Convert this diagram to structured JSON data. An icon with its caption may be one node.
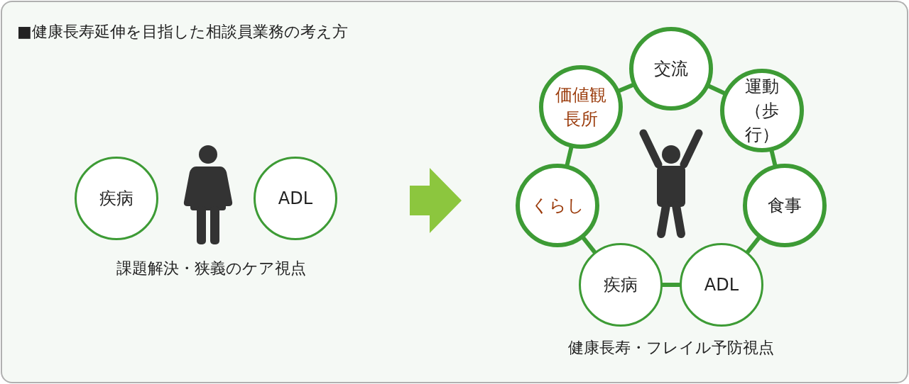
{
  "diagram": {
    "title": "■健康長寿延伸を目指した相談員業務の考え方",
    "nodes": [
      {
        "text": [
          "疾病"
        ]
      },
      {
        "text": [],
        "shape": "person"
      },
      {
        "text": [
          "ADL"
        ]
      },
      {
        "text": [
          "価値観長所"
        ]
      },
      {
        "text": [
          "交流"
        ]
      },
      {
        "text": [
          "運動（歩行）"
        ]
      },
      {
        "text": [
          "くらし"
        ]
      },
      {
        "text": [],
        "shape": "person"
      },
      {
        "text": [
          "食事"
        ]
      },
      {
        "text": [
          "疾病"
        ]
      },
      {
        "text": [
          "ADL"
        ]
      }
    ],
    "edges": [
      {
        "from": 4,
        "to": 5,
        "arrow": "none"
      },
      {
        "from": 5,
        "to": 8,
        "arrow": "none"
      },
      {
        "from": 8,
        "to": 10,
        "arrow": "none"
      },
      {
        "from": 10,
        "to": 9,
        "arrow": "none"
      },
      {
        "from": 9,
        "to": 6,
        "arrow": "none"
      },
      {
        "from": 6,
        "to": 3,
        "arrow": "none"
      },
      {
        "from": 3,
        "to": 4,
        "arrow": "none"
      }
    ],
    "labels": [
      "課題解決・狭義のケア視点",
      "健康長寿・フレイル予防視点"
    ]
  }
}
